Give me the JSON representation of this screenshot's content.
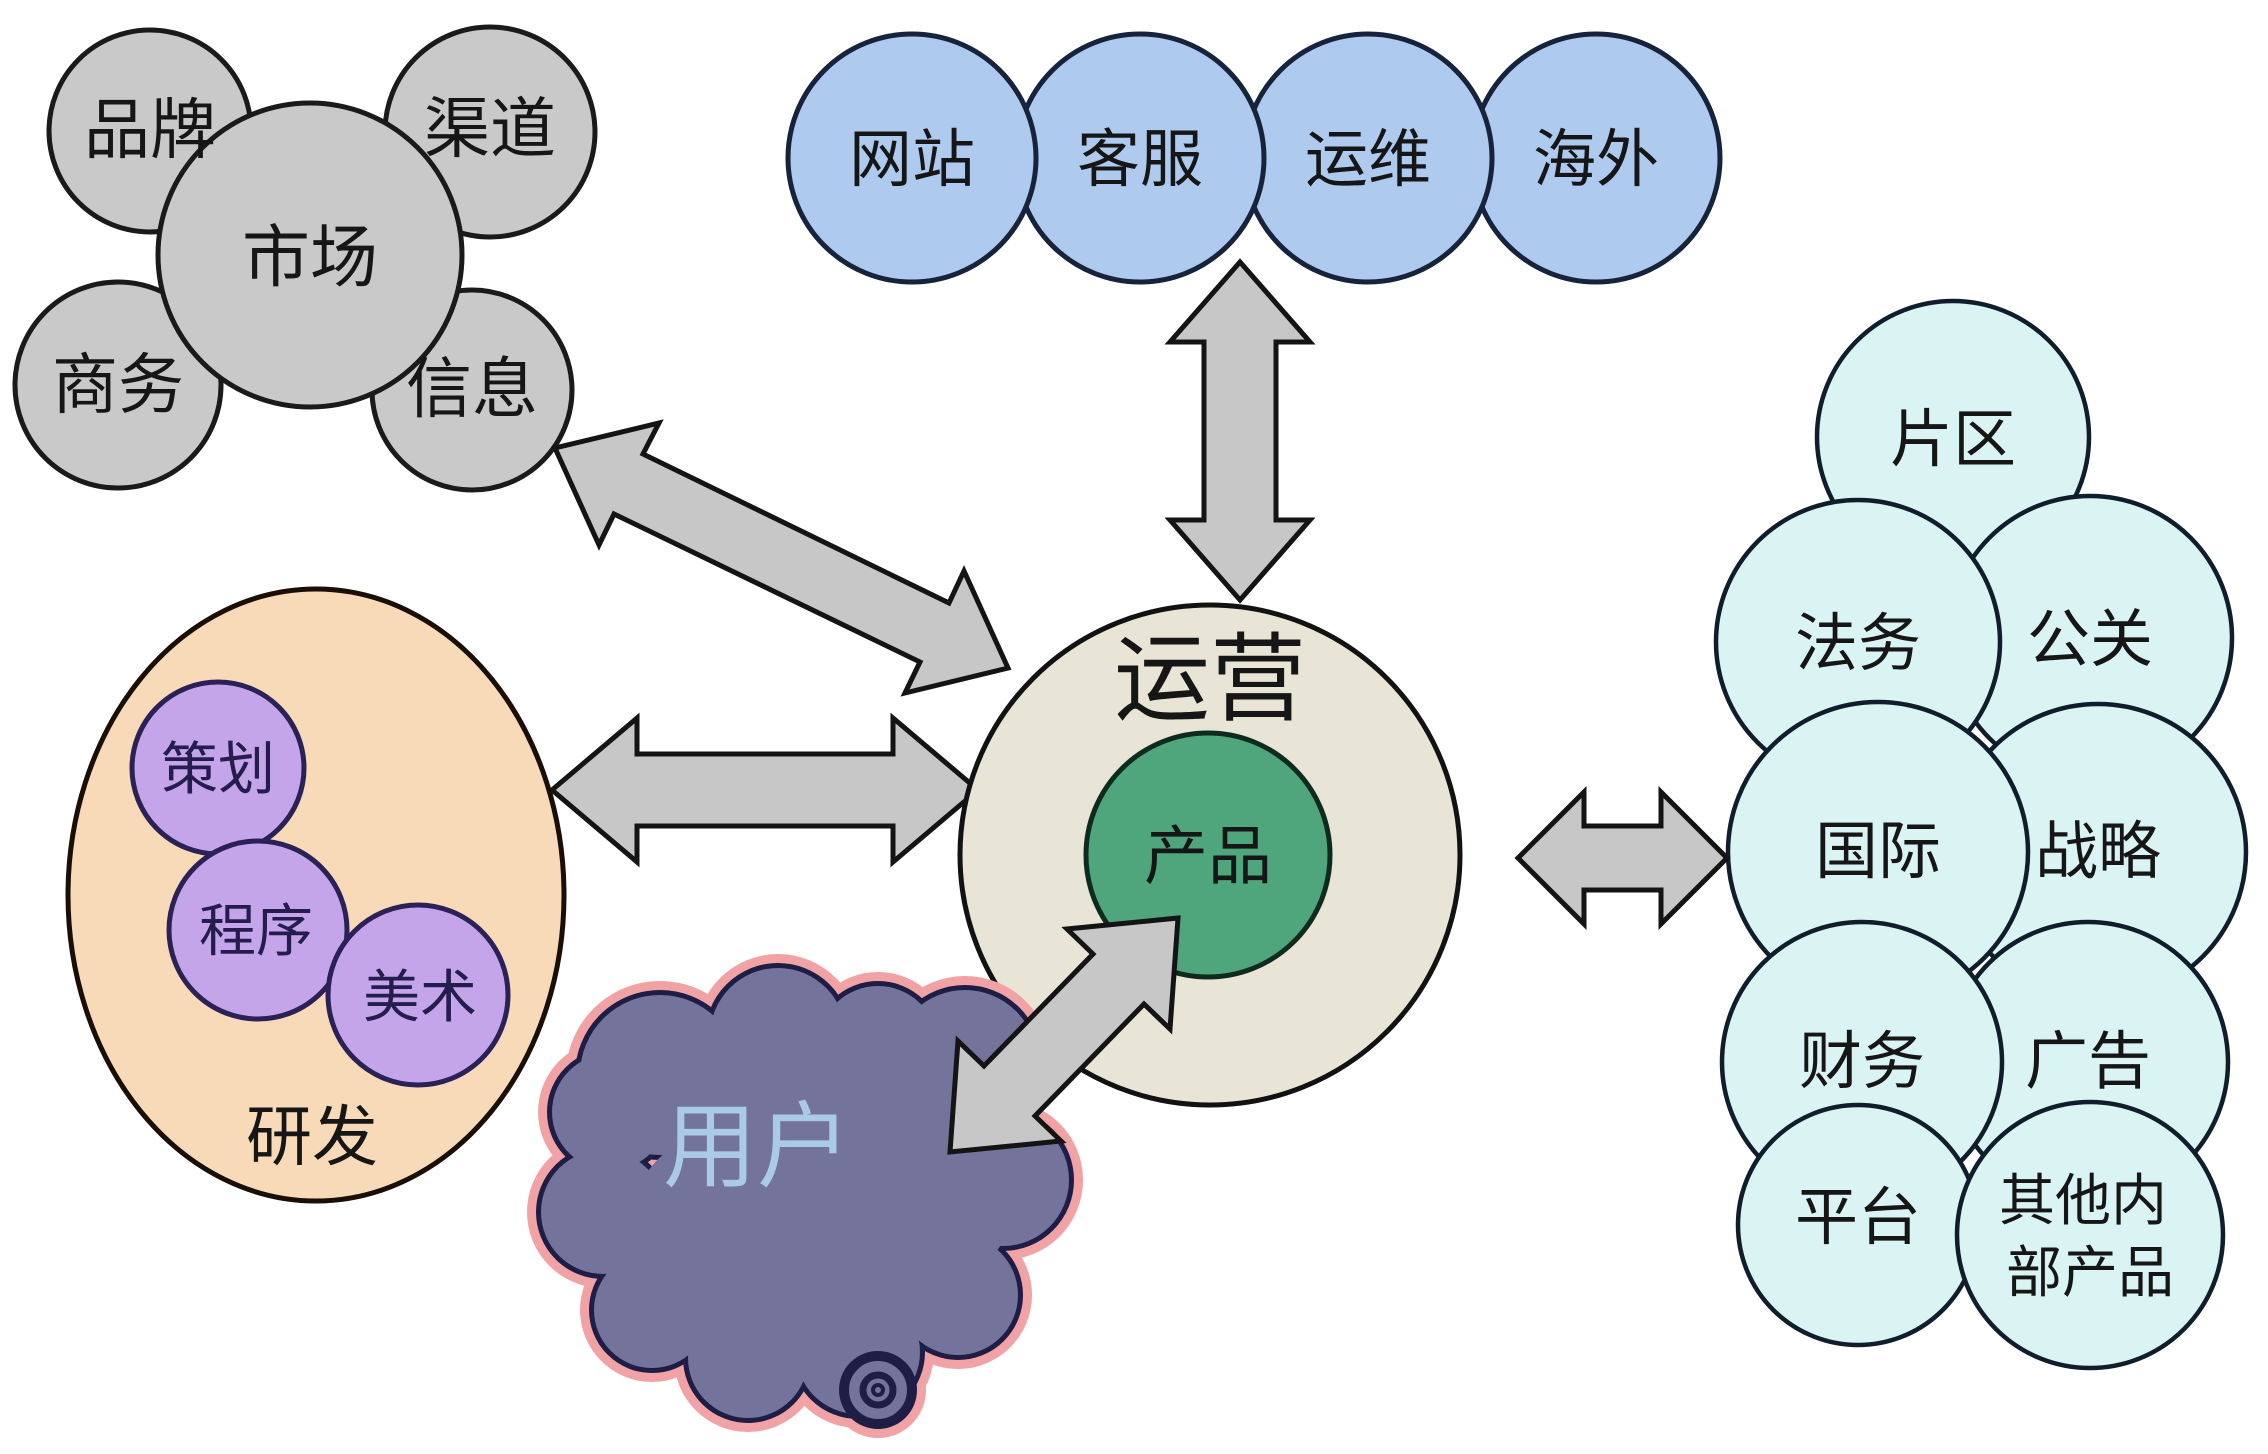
{
  "palette": {
    "gray_fill": "#c9c9c9",
    "blue_fill": "#aecaef",
    "cyan_fill": "#daf4f4",
    "beige_fill": "#e8e5d6",
    "green_fill": "#4fa67d",
    "peach_fill": "#f8dab8",
    "purple_fill": "#c4a5ea",
    "cloud_fill": "#73739b",
    "cloud_glow": "#f0a2a4",
    "arrow_fill": "#c7c7c7",
    "user_text": "#a9cbe9"
  },
  "market_cluster": {
    "center": "市场",
    "satellites": [
      "品牌",
      "渠道",
      "商务",
      "信息"
    ]
  },
  "support_row": [
    "网站",
    "客服",
    "运维",
    "海外"
  ],
  "core": {
    "outer": "运营",
    "inner": "产品"
  },
  "rd_group": {
    "label": "研发",
    "members": [
      "策划",
      "程序",
      "美术"
    ]
  },
  "user_cloud": {
    "label": "用户"
  },
  "internal_cluster": {
    "items": [
      "片区",
      "法务",
      "公关",
      "国际",
      "战略",
      "财务",
      "广告",
      "平台"
    ],
    "multiline_item": {
      "label": "其他内部产品",
      "line1": "其他内",
      "line2": "部产品"
    }
  }
}
